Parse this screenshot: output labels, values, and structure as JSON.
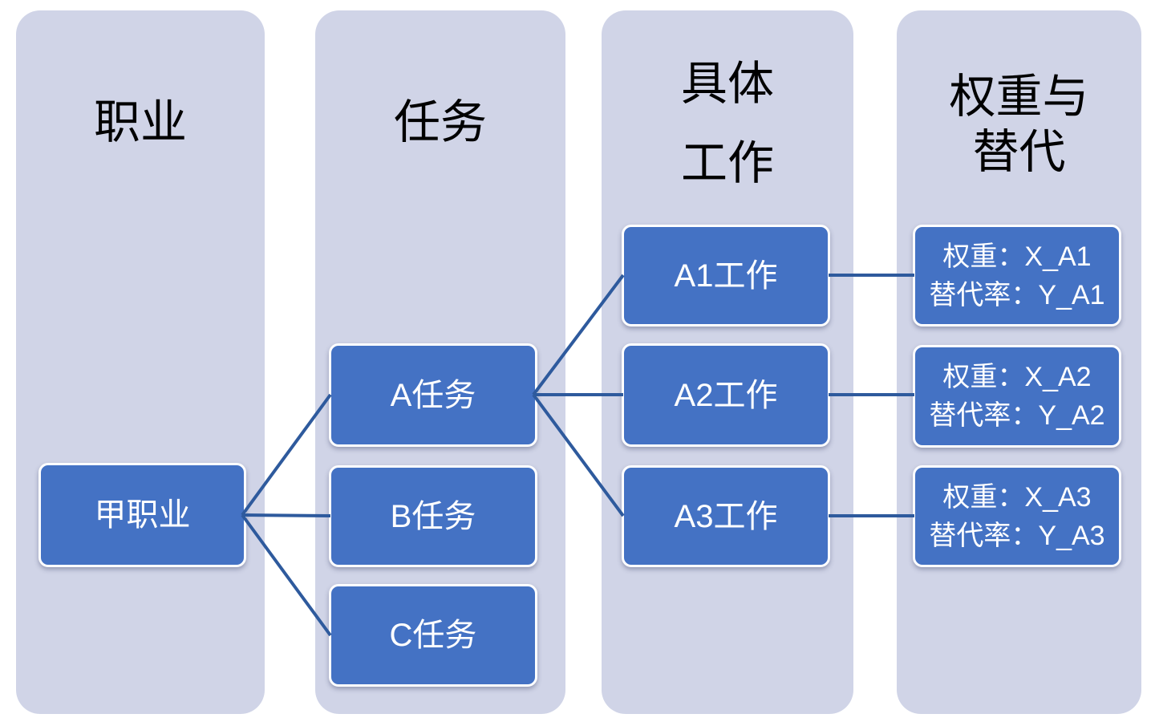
{
  "columns": {
    "occupation": {
      "title": "职业"
    },
    "task": {
      "title": "任务"
    },
    "work": {
      "title_line1": "具体",
      "title_line2": "工作"
    },
    "weight": {
      "title_line1": "权重与",
      "title_line2": "替代"
    }
  },
  "nodes": {
    "occupation_a": {
      "label": "甲职业"
    },
    "task_a": {
      "label": "A任务"
    },
    "task_b": {
      "label": "B任务"
    },
    "task_c": {
      "label": "C任务"
    },
    "work_a1": {
      "label": "A1工作"
    },
    "work_a2": {
      "label": "A2工作"
    },
    "work_a3": {
      "label": "A3工作"
    },
    "weight_a1": {
      "weight": "权重：X_A1",
      "substitution": "替代率：Y_A1"
    },
    "weight_a2": {
      "weight": "权重：X_A2",
      "substitution": "替代率：Y_A2"
    },
    "weight_a3": {
      "weight": "权重：X_A3",
      "substitution": "替代率：Y_A3"
    }
  },
  "colors": {
    "page_background": "#FFFFFF",
    "panel": "#D0D4E7",
    "node_fill": "#4472C4",
    "node_border": "#FFFFFF",
    "node_text": "#FFFFFF",
    "header_text": "#000000",
    "connector": "#2E5A9D"
  }
}
